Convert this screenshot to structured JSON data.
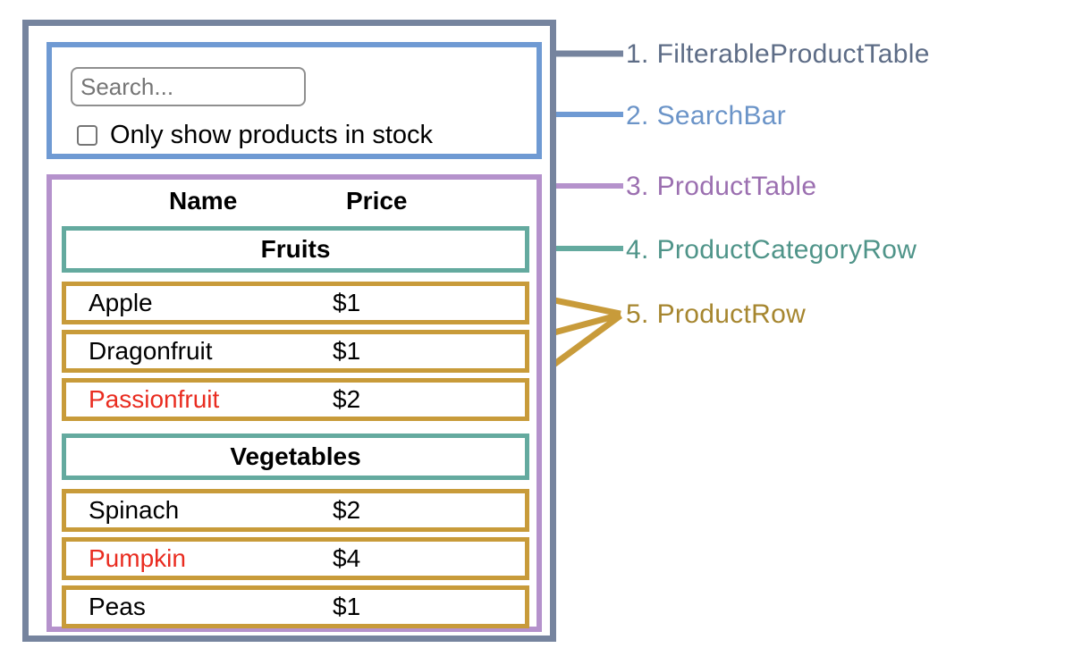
{
  "diagram": {
    "search_bar": {
      "search_placeholder": "Search...",
      "checkbox_label": "Only show products in stock",
      "checkbox_checked": false
    },
    "product_table": {
      "columns": {
        "name": "Name",
        "price": "Price"
      },
      "sections": [
        {
          "category": "Fruits",
          "rows": [
            {
              "name": "Apple",
              "price": "$1",
              "highlighted": false
            },
            {
              "name": "Dragonfruit",
              "price": "$1",
              "highlighted": false
            },
            {
              "name": "Passionfruit",
              "price": "$2",
              "highlighted": true
            }
          ]
        },
        {
          "category": "Vegetables",
          "rows": [
            {
              "name": "Spinach",
              "price": "$2",
              "highlighted": false
            },
            {
              "name": "Pumpkin",
              "price": "$4",
              "highlighted": true
            },
            {
              "name": "Peas",
              "price": "$1",
              "highlighted": false
            }
          ]
        }
      ]
    }
  },
  "legend": [
    {
      "number": "1.",
      "label": "FilterableProductTable",
      "color": "#5d6c86"
    },
    {
      "number": "2.",
      "label": "SearchBar",
      "color": "#6b94c8"
    },
    {
      "number": "3.",
      "label": "ProductTable",
      "color": "#9b6fb0"
    },
    {
      "number": "4.",
      "label": "ProductCategoryRow",
      "color": "#4f9489"
    },
    {
      "number": "5.",
      "label": "ProductRow",
      "color": "#a6862f"
    }
  ],
  "colors": {
    "outer_border": "#76849e",
    "search_bar_border": "#6f9ad3",
    "product_table_border": "#b592cc",
    "category_row_border": "#64aa9f",
    "product_row_border": "#c89b3a",
    "highlight_text": "#e92c20"
  }
}
